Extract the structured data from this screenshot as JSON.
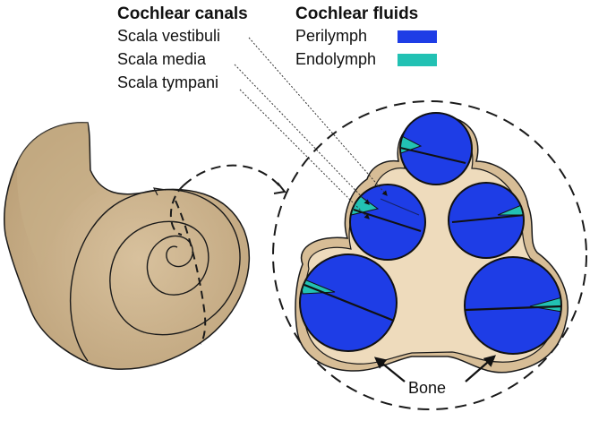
{
  "legend": {
    "canals": {
      "heading": "Cochlear canals",
      "items": [
        "Scala vestibuli",
        "Scala media",
        "Scala tympani"
      ]
    },
    "fluids": {
      "heading": "Cochlear fluids",
      "items": [
        {
          "label": "Perilymph",
          "color": "#1e3de6"
        },
        {
          "label": "Endolymph",
          "color": "#22c1b3"
        }
      ]
    }
  },
  "annotations": {
    "bone_label": "Bone"
  },
  "colors": {
    "bone": "#e9d3b1",
    "shell": "#cbb28c",
    "shell_shade": "#b79c74",
    "outline": "#1a1a1a"
  }
}
